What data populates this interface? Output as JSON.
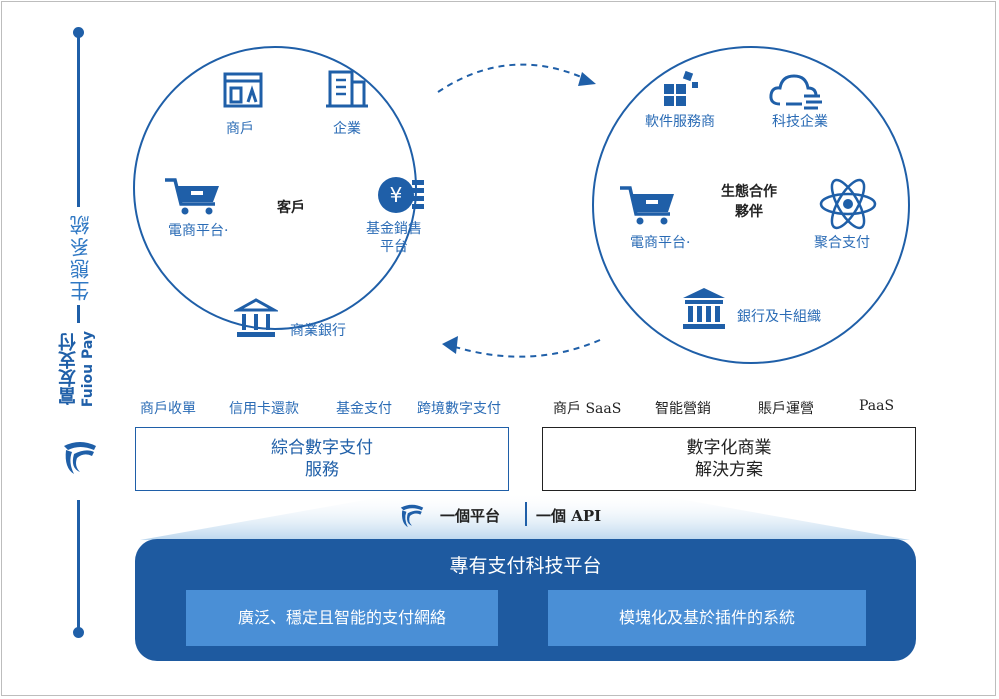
{
  "side": {
    "ecosystem_label": "生態系統",
    "brand_cn": "富友支付",
    "brand_en": "Fuiou Pay"
  },
  "customers": {
    "center": "客戶",
    "merchant": "商戶",
    "enterprise": "企業",
    "ecommerce": "電商平台·",
    "fund_sales": [
      "基金銷售",
      "平台"
    ],
    "commercial_bank": "商業銀行"
  },
  "partners": {
    "center": [
      "生態合作",
      "夥伴"
    ],
    "software_provider": "軟件服務商",
    "tech_enterprise": "科技企業",
    "ecommerce": "電商平台·",
    "aggregate_payment": "聚合支付",
    "bank_card_org": "銀行及卡組織"
  },
  "left_services": {
    "items": [
      "商戶收單",
      "信用卡還款",
      "基金支付",
      "跨境數字支付"
    ],
    "box": [
      "綜合數字支付",
      "服務"
    ]
  },
  "right_services": {
    "items": [
      "商戶 SaaS",
      "智能營銷",
      "賬戶運營",
      "PaaS"
    ],
    "box": [
      "數字化商業",
      "解決方案"
    ]
  },
  "platform_bar": {
    "left": "一個平台",
    "right": "一個 API"
  },
  "platform": {
    "title": "專有支付科技平台",
    "network": "廣泛、穩定且智能的支付網絡",
    "modular": "模塊化及基於插件的系統"
  },
  "colors": {
    "primary": "#1f5fa8",
    "platform_bg": "#1e5aa0",
    "inner_box": "#4a8fd6"
  }
}
